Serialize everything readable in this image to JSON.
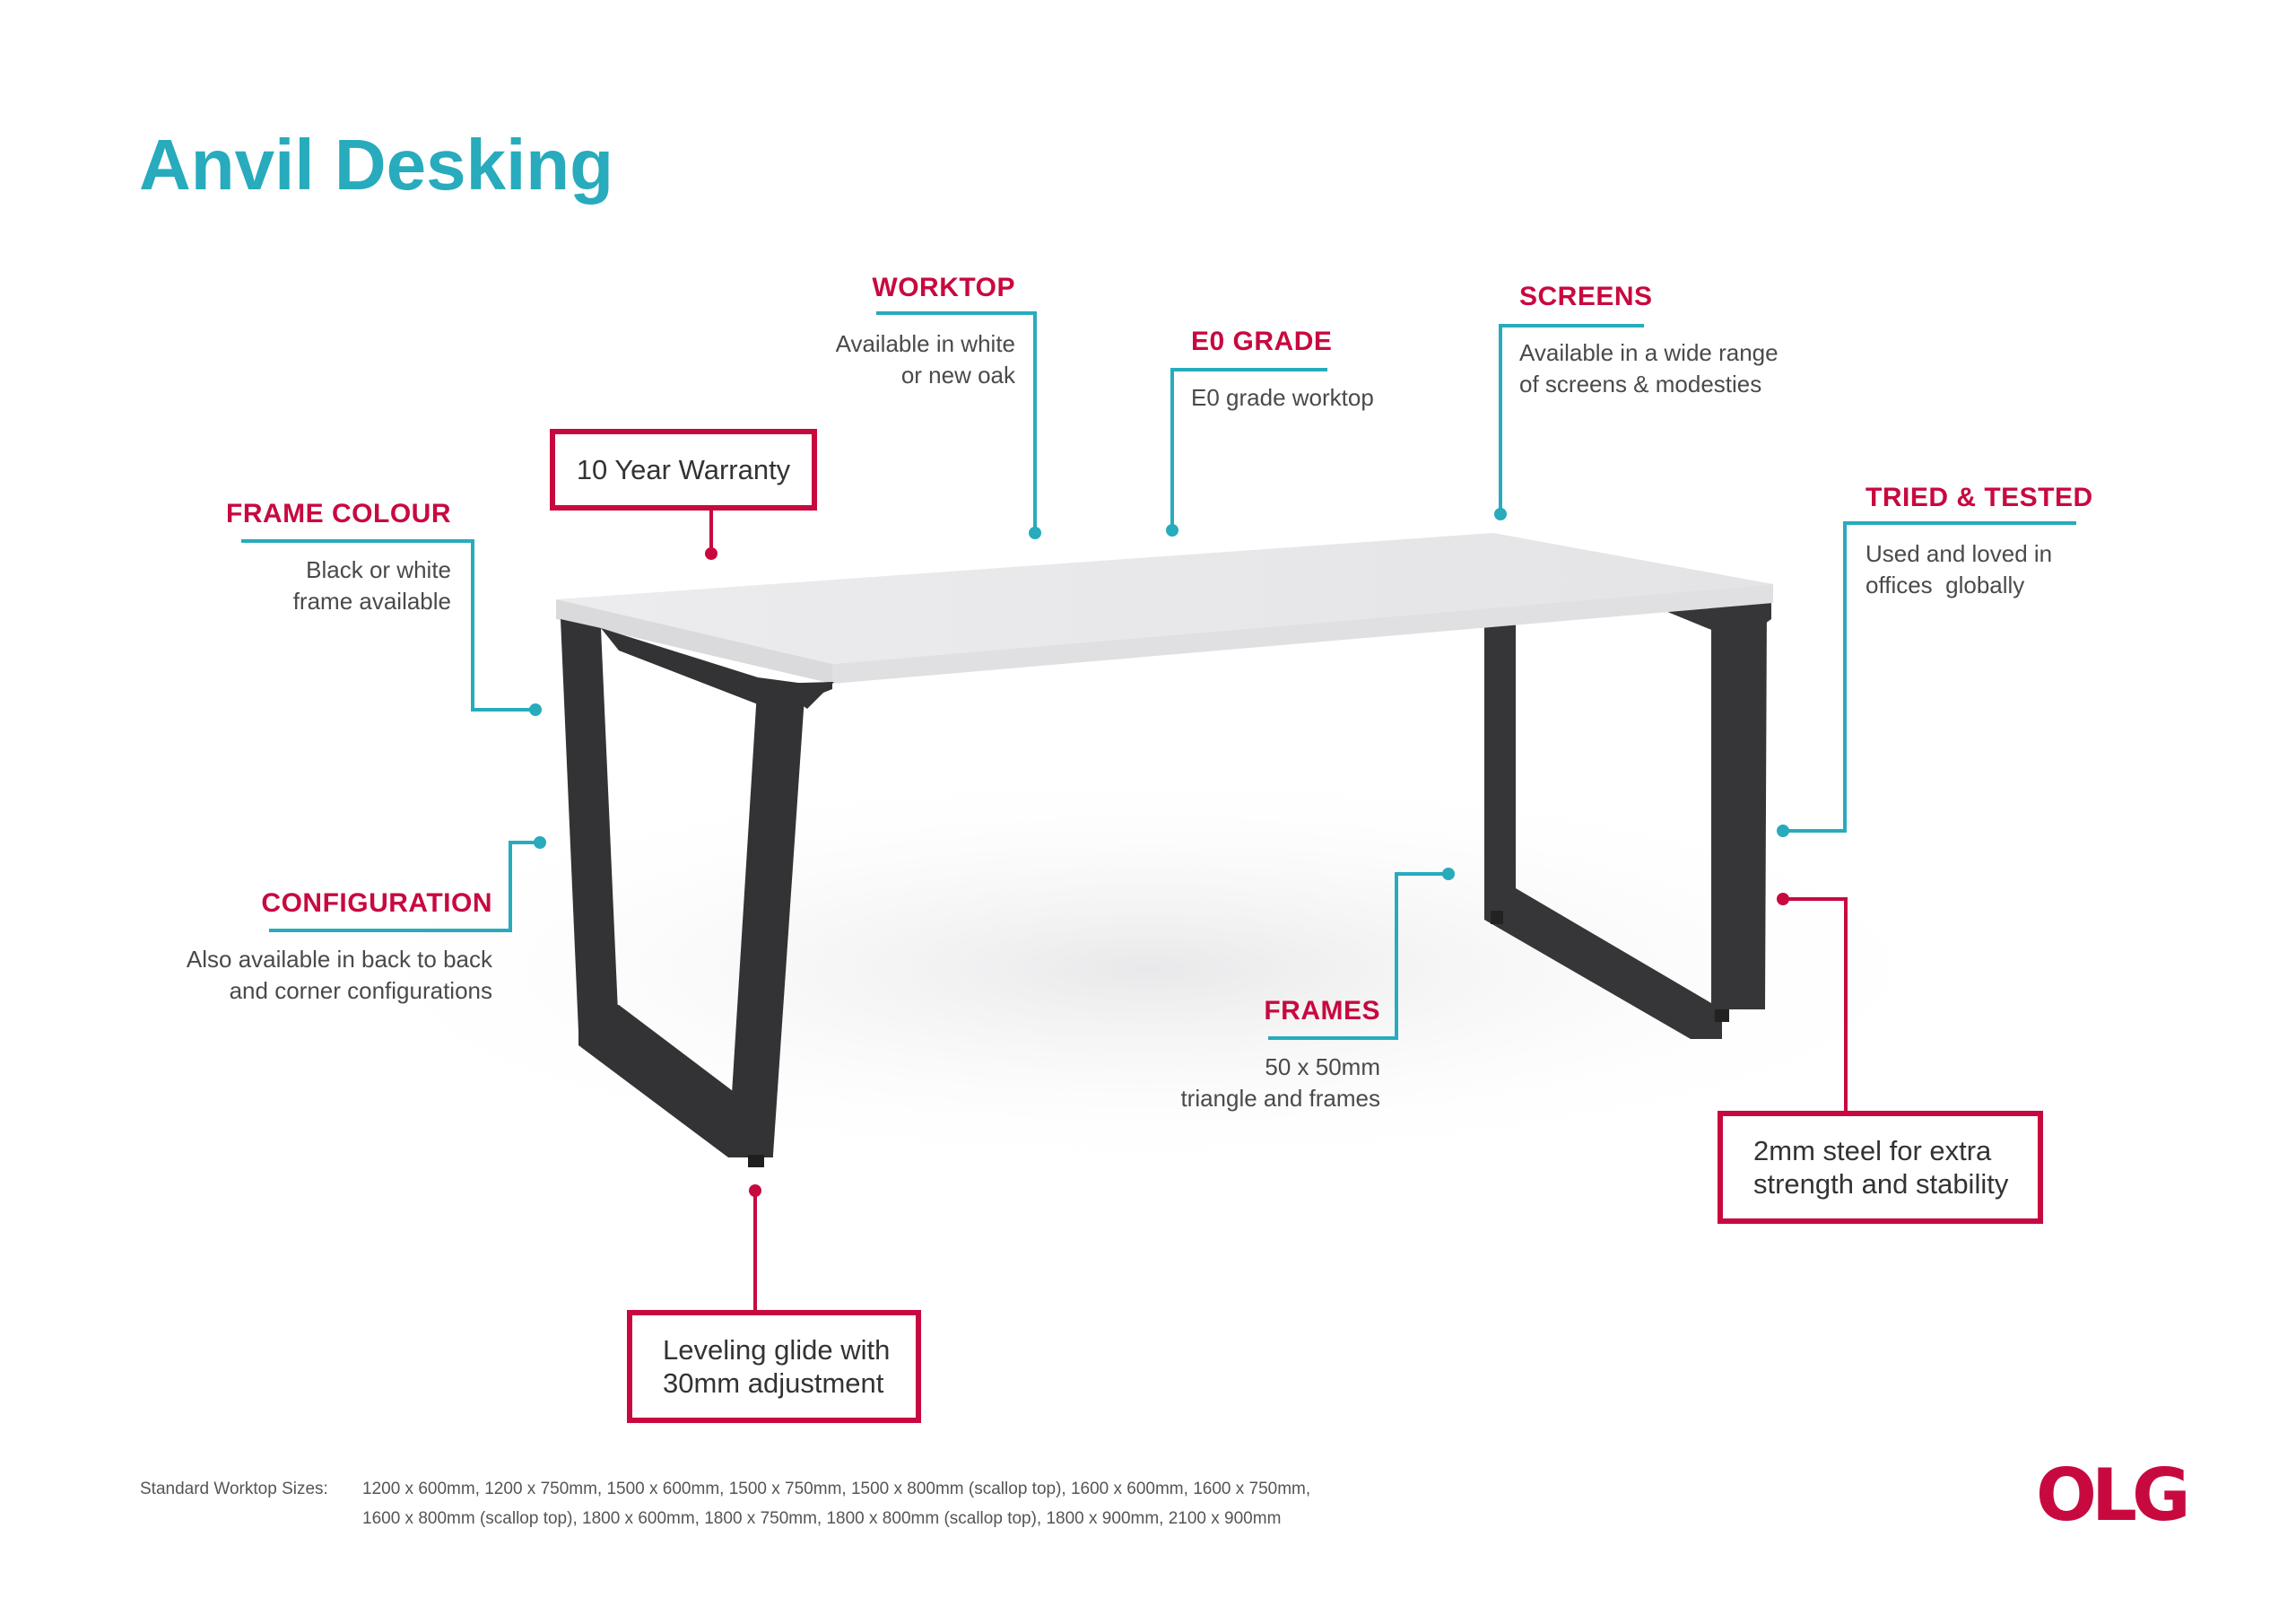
{
  "page": {
    "title": "Anvil Desking"
  },
  "colors": {
    "title_teal": "#27abbd",
    "heading_red": "#c8093f",
    "line_teal": "#27abbd",
    "line_red": "#c8093f",
    "frame_black": "#333333",
    "worktop_white": "#e8e8ea"
  },
  "callouts": {
    "worktop": {
      "heading": "WORKTOP",
      "line1": "Available in white",
      "line2": "or new oak"
    },
    "e0_grade": {
      "heading": "E0 GRADE",
      "line1": "E0 grade worktop"
    },
    "screens": {
      "heading": "SCREENS",
      "line1": "Available in a wide range",
      "line2": "of screens & modesties"
    },
    "tried_tested": {
      "heading": "TRIED & TESTED",
      "line1": "Used and loved in",
      "line2": "offices  globally"
    },
    "frame_colour": {
      "heading": "FRAME COLOUR",
      "line1": "Black or white",
      "line2": "frame available"
    },
    "configuration": {
      "heading": "CONFIGURATION",
      "line1": "Also available in back to back",
      "line2": "and corner configurations"
    },
    "frames": {
      "heading": "FRAMES",
      "line1": "50 x 50mm",
      "line2": "triangle and frames"
    }
  },
  "boxes": {
    "warranty": {
      "line1": "10 Year Warranty"
    },
    "steel": {
      "line1": "2mm steel for extra",
      "line2": "strength and stability"
    },
    "glide": {
      "line1": "Leveling glide with",
      "line2": "30mm adjustment"
    }
  },
  "footer": {
    "label": "Standard Worktop Sizes:",
    "line1": "1200 x 600mm, 1200 x 750mm, 1500 x 600mm, 1500 x 750mm, 1500 x 800mm (scallop top), 1600 x 600mm, 1600 x 750mm,",
    "line2": "1600 x 800mm (scallop top), 1800 x 600mm, 1800 x 750mm, 1800 x 800mm (scallop top), 1800 x 900mm, 2100 x 900mm"
  },
  "logo": {
    "text": "OLG"
  }
}
